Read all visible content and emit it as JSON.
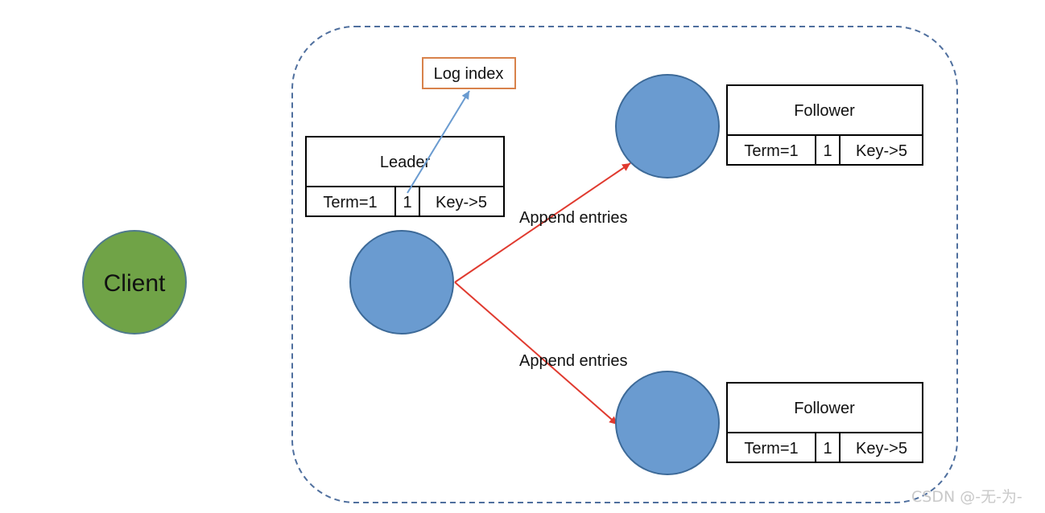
{
  "client": {
    "label": "Client",
    "fill_color": "#70a347"
  },
  "cluster": {
    "border_color": "#4f6f9e"
  },
  "node_color": "#6a9bd0",
  "leader": {
    "title": "Leader",
    "term": "Term=1",
    "index": "1",
    "entry": "Key->5"
  },
  "followers": [
    {
      "title": "Follower",
      "term": "Term=1",
      "index": "1",
      "entry": "Key->5"
    },
    {
      "title": "Follower",
      "term": "Term=1",
      "index": "1",
      "entry": "Key->5"
    }
  ],
  "log_index": {
    "label": "Log index",
    "border_color": "#d8824b",
    "arrow_color": "#6a9bd0"
  },
  "append_entries": [
    {
      "label": "Append entries"
    },
    {
      "label": "Append entries"
    }
  ],
  "arrow_color": "#e03a2f",
  "watermark": "CSDN @-无-为-"
}
